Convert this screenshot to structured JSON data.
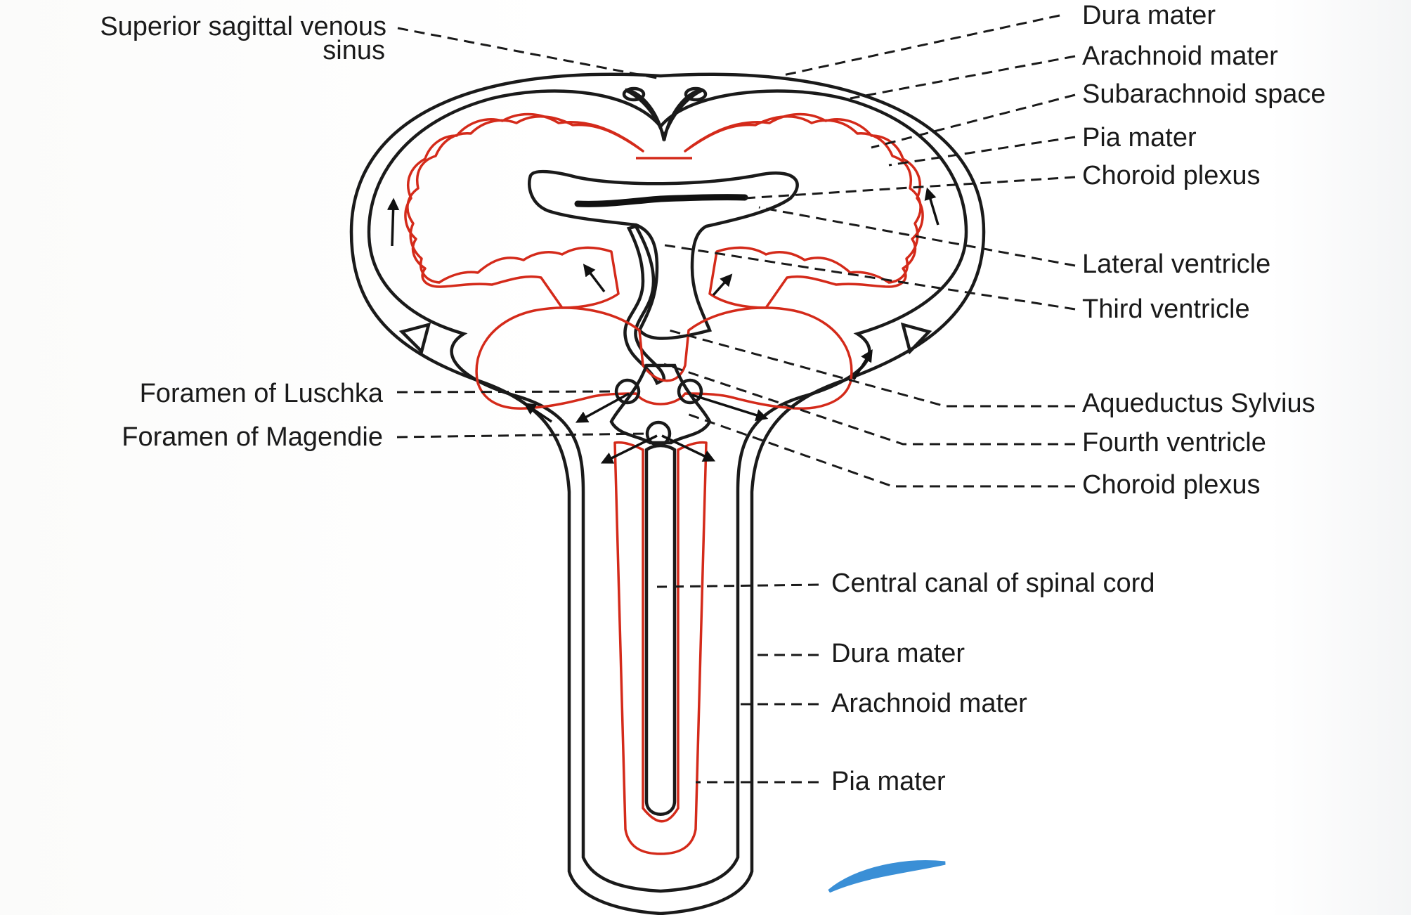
{
  "labels": {
    "superior_sagittal_line1": "Superior sagittal venous",
    "superior_sagittal_line2": "sinus",
    "dura_top": "Dura mater",
    "arachnoid_top": "Arachnoid mater",
    "subarachnoid": "Subarachnoid space",
    "pia_top": "Pia mater",
    "choroid_top": "Choroid plexus",
    "lateral_ventricle": "Lateral ventricle",
    "third_ventricle": "Third ventricle",
    "luschka": "Foramen of Luschka",
    "magendie": "Foramen of Magendie",
    "aqueductus": "Aqueductus Sylvius",
    "fourth_ventricle": "Fourth ventricle",
    "choroid_bottom": "Choroid plexus",
    "central_canal": "Central canal of spinal cord",
    "dura_bottom": "Dura mater",
    "arachnoid_bottom": "Arachnoid mater",
    "pia_bottom": "Pia mater"
  },
  "colors": {
    "csf_fill": "#f7ee1e",
    "pia_line": "#d42a1a",
    "outline": "#1a1a1a",
    "background": "#ffffff",
    "pen_mark": "#3a8fd6"
  }
}
